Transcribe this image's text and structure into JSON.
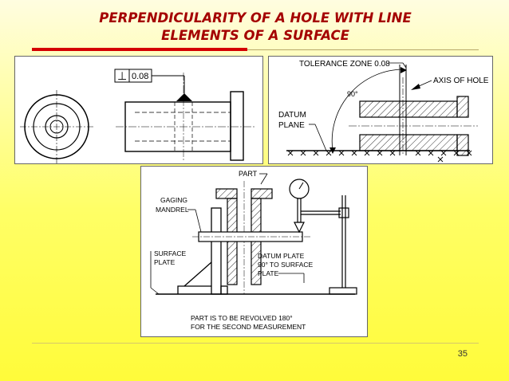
{
  "slide": {
    "title_line1": "PERPENDICULARITY OF A HOLE WITH LINE",
    "title_line2": "ELEMENTS OF A SURFACE",
    "page_number": "35"
  },
  "figure_a": {
    "perpendicular_symbol": "⊥",
    "tolerance_value": "0.08"
  },
  "figure_b": {
    "tolerance_zone_label": "TOLERANCE ZONE 0.08",
    "axis_label": "AXIS OF HOLE",
    "angle_label": "90°",
    "datum_line1": "DATUM",
    "datum_line2": "PLANE"
  },
  "figure_c": {
    "part_label": "PART",
    "mandrel_line1": "GAGING",
    "mandrel_line2": "MANDREL",
    "surface_line1": "SURFACE",
    "surface_line2": "PLATE",
    "datum_plate_line1": "DATUM   PLATE",
    "datum_plate_line2": "90° TO SURFACE",
    "datum_plate_line3": "PLATE",
    "note_line1": "PART IS TO BE REVOLVED 180°",
    "note_line2": "FOR THE SECOND MEASUREMENT"
  },
  "colors": {
    "title": "#a40000",
    "accent_rule": "#d40000"
  }
}
